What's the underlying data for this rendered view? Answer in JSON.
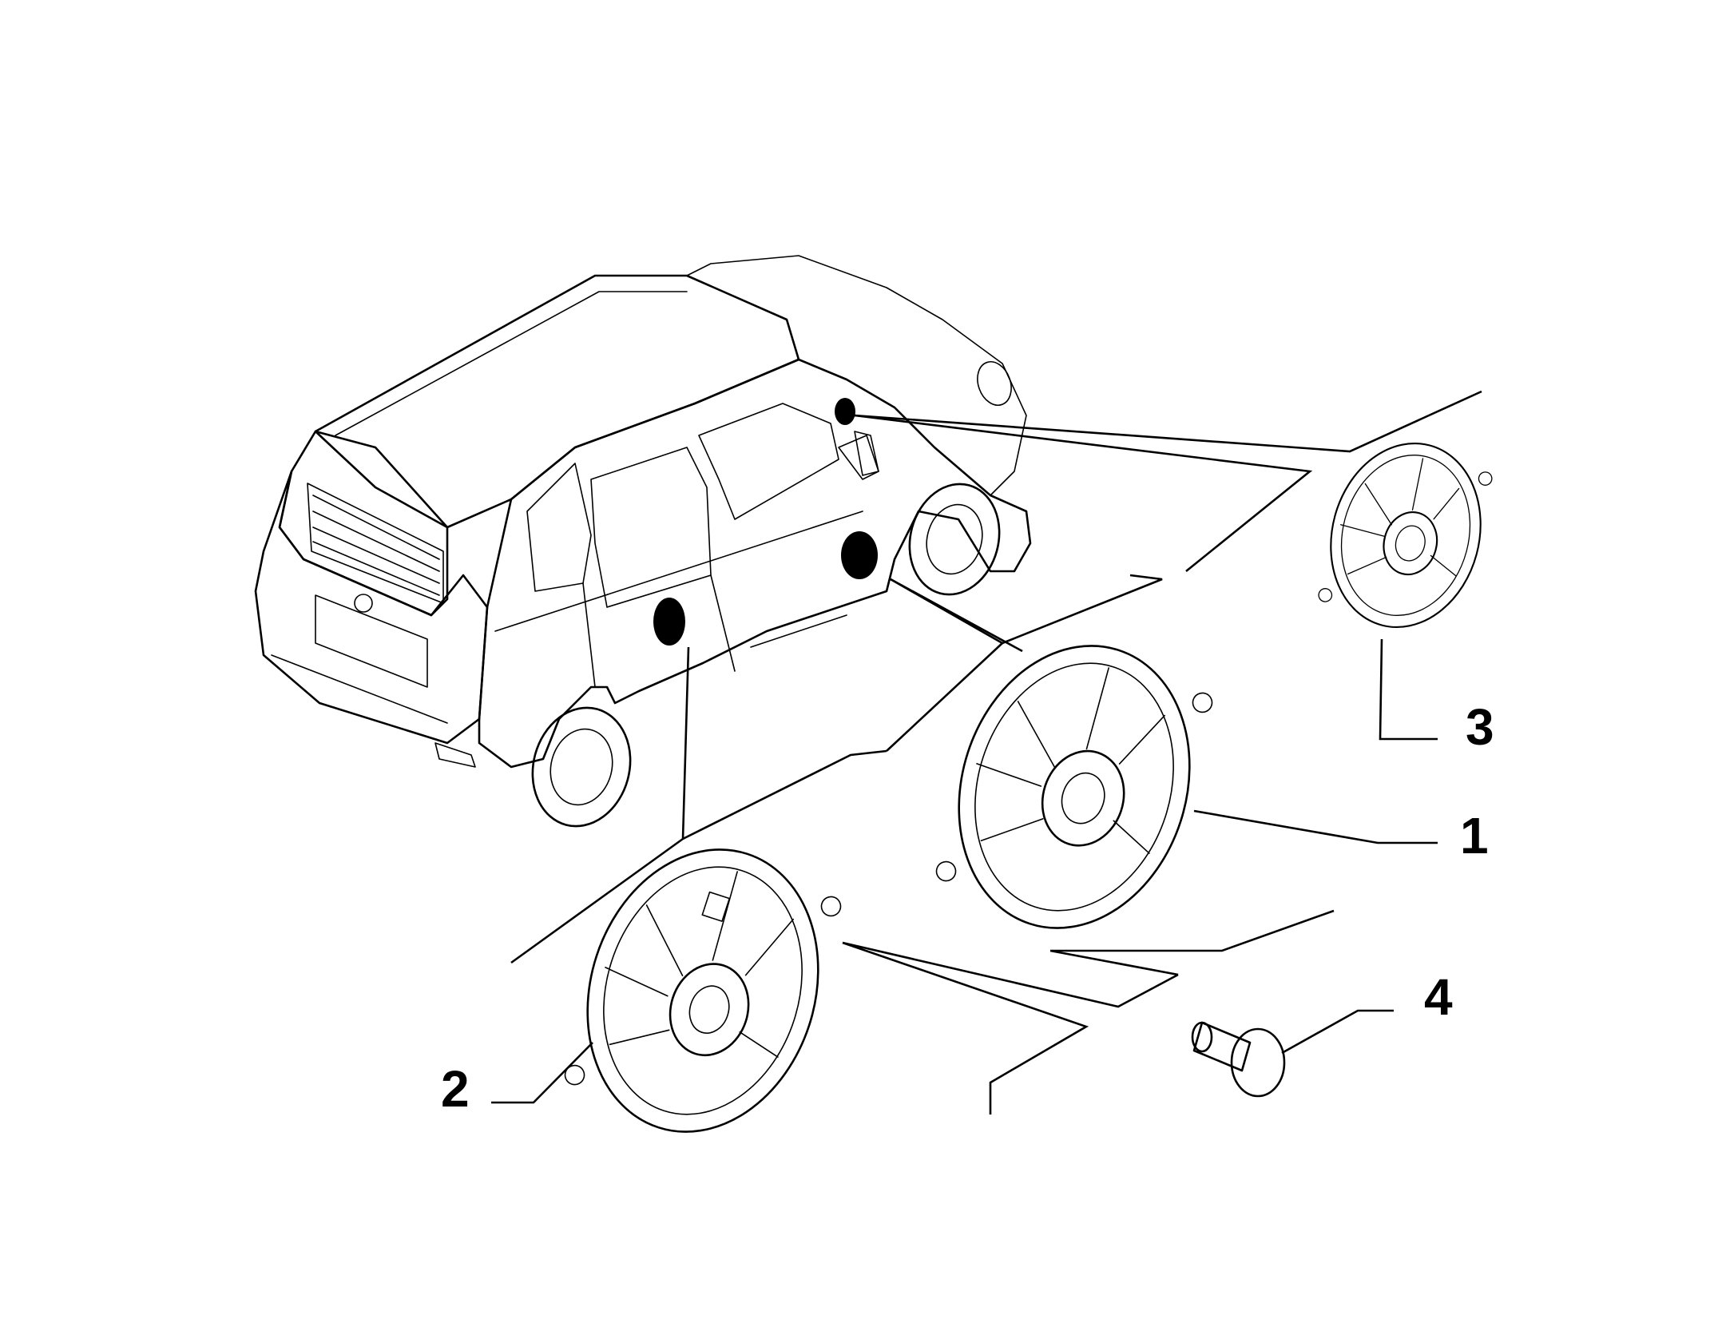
{
  "callouts": {
    "part1": "1",
    "part2": "2",
    "part3": "3",
    "part4": "4"
  },
  "icons": [
    "car-icon",
    "speaker-icon",
    "rivet-icon",
    "mounting-location-icon"
  ],
  "colors": {
    "line": "#000000",
    "background": "#ffffff"
  }
}
